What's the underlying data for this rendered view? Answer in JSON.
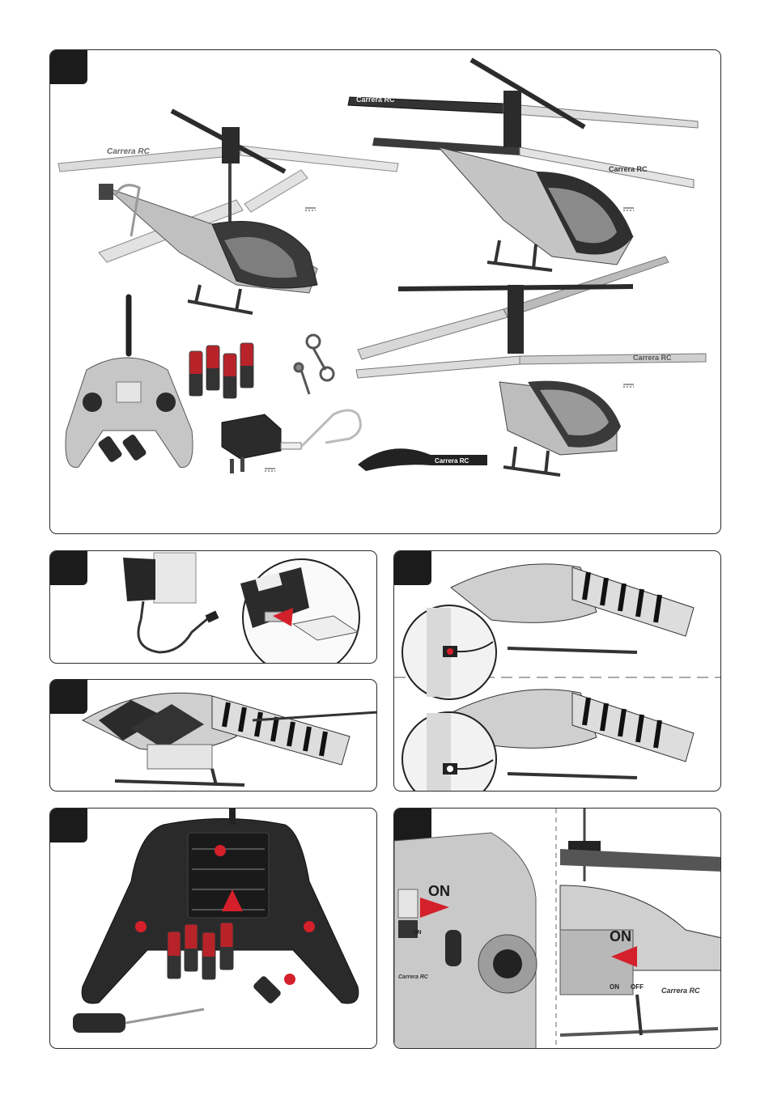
{
  "brand_logo": "Carrera RC",
  "brand_logo_short": "RC",
  "battery_label": "Carrera",
  "switch_on": "ON",
  "switch_off": "OFF",
  "colors": {
    "panel_border": "#2a2a2a",
    "tab": "#1b1b1b",
    "marker_red": "#d4202a",
    "silver": "#c8c9cb",
    "dark": "#2b2b2b"
  },
  "icons": [
    "helicopter",
    "remote-controller",
    "battery",
    "usb-charger",
    "wall-plug",
    "screwdriver",
    "lanyard",
    "arrow",
    "led-indicator"
  ]
}
